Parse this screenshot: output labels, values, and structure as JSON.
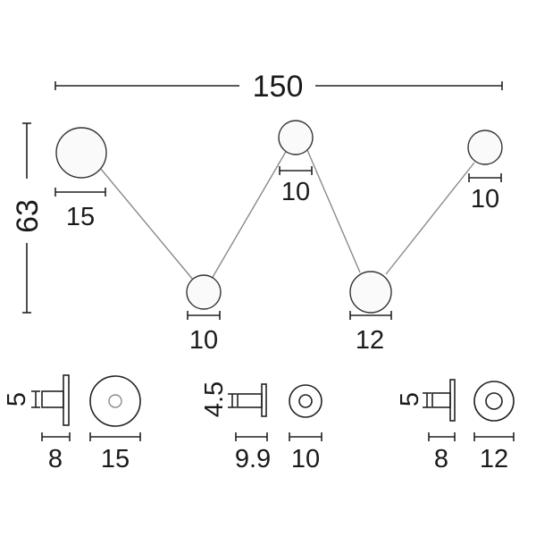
{
  "overall": {
    "width_label": "150",
    "height_label": "63"
  },
  "globes": [
    {
      "id": "g1",
      "label": "15"
    },
    {
      "id": "g2",
      "label": "10"
    },
    {
      "id": "g3",
      "label": "10"
    },
    {
      "id": "g4",
      "label": "12"
    },
    {
      "id": "g5",
      "label": "10"
    }
  ],
  "mounts": [
    {
      "id": "m1",
      "side_height": "5",
      "side_depth": "8",
      "plate_diameter": "15"
    },
    {
      "id": "m2",
      "side_height": "4.5",
      "side_depth": "9.9",
      "plate_diameter": "10"
    },
    {
      "id": "m3",
      "side_height": "5",
      "side_depth": "8",
      "plate_diameter": "12"
    }
  ],
  "colors": {
    "line": "#222222",
    "rod": "#8a8a8a"
  }
}
